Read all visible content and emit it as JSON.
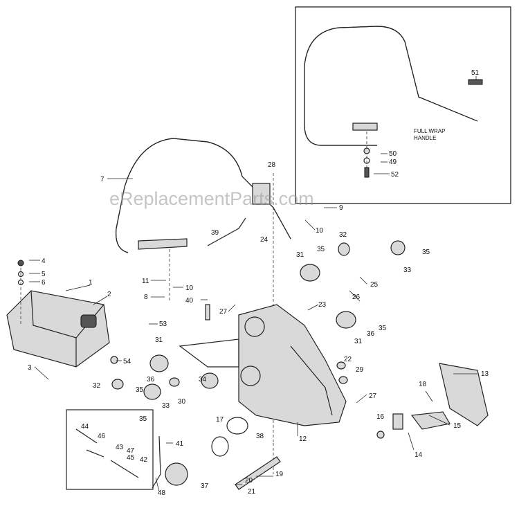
{
  "watermark": "eReplacementParts.com",
  "inset_caption_line1": "FULL WRAP",
  "inset_caption_line2": "HANDLE",
  "labels": {
    "l1": "1",
    "l2": "2",
    "l3": "3",
    "l4": "4",
    "l5": "5",
    "l6": "6",
    "l7": "7",
    "l8": "8",
    "l9": "9",
    "l10a": "10",
    "l10b": "10",
    "l11": "11",
    "l12": "12",
    "l13": "13",
    "l14": "14",
    "l15": "15",
    "l16": "16",
    "l17": "17",
    "l18": "18",
    "l19": "19",
    "l20": "20",
    "l21": "21",
    "l22": "22",
    "l23": "23",
    "l24": "24",
    "l25": "25",
    "l26": "26",
    "l27a": "27",
    "l27b": "27",
    "l28": "28",
    "l29": "29",
    "l30": "30",
    "l31a": "31",
    "l31b": "31",
    "l31c": "31",
    "l32a": "32",
    "l32b": "32",
    "l33a": "33",
    "l33b": "33",
    "l34": "34",
    "l35a": "35",
    "l35b": "35",
    "l35c": "35",
    "l35d": "35",
    "l35e": "35",
    "l36a": "36",
    "l36b": "36",
    "l37": "37",
    "l38": "38",
    "l39": "39",
    "l40": "40",
    "l41": "41",
    "l42": "42",
    "l43": "43",
    "l44": "44",
    "l45": "45",
    "l46": "46",
    "l47": "47",
    "l48": "48",
    "l49": "49",
    "l50": "50",
    "l51": "51",
    "l52": "52",
    "l53": "53",
    "l54": "54"
  }
}
